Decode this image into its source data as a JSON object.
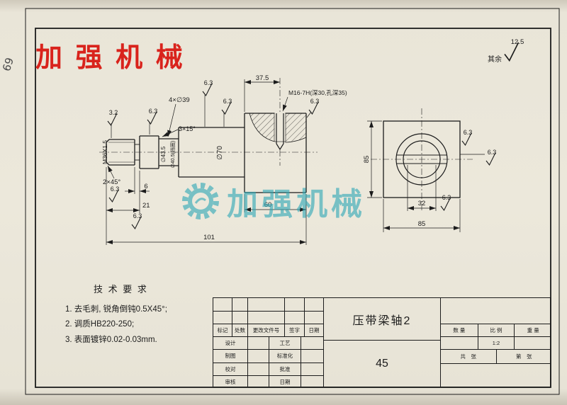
{
  "colors": {
    "logo_red": "#d9231c",
    "watermark_teal": "#2ba7b6",
    "paper": "#ece8db",
    "ink": "#1c1c1c"
  },
  "logo": {
    "text": "加 强 机 械"
  },
  "watermark": {
    "text": "加强机械"
  },
  "margin": {
    "sheet_note": "69"
  },
  "surface": {
    "others_label": "其余",
    "ra_125": "12.5",
    "ra_63": "6.3",
    "ra_32": "3.2"
  },
  "dims": {
    "block_hole_offset": "37.5",
    "tapped_hole": "M16-7H(深30,孔深35)",
    "journals": "4×∅39",
    "chamfer_collar": "3×15°",
    "thread": "M36X1.5",
    "collar_dia": "∅43.5",
    "groove_dia": "∅40.5(挡圈)",
    "body_dia": "∅70",
    "thread_chamfer": "2×45°",
    "groove_width": "6",
    "thread_length": "21",
    "total_length": "101",
    "block_length": "60",
    "square_height": "85",
    "slot_width": "32",
    "square_width": "85"
  },
  "tech": {
    "title": "技 术 要 求",
    "items": [
      "1. 去毛刺, 锐角倒钝0.5X45°;",
      "2. 调质HB220-250;",
      "3. 表面镀锌0.02-0.03mm."
    ]
  },
  "title_block": {
    "rev_header": [
      "标记",
      "处数",
      "更改文件号",
      "签字",
      "日期"
    ],
    "rows": [
      [
        "设计",
        "工艺"
      ],
      [
        "制图",
        "标准化"
      ],
      [
        "校对",
        "批准"
      ],
      [
        "审核",
        "日期"
      ]
    ],
    "part_name": "压带梁轴2",
    "material": "45",
    "qty_label": "数 量",
    "scale_label": "比 例",
    "weight_label": "重 量",
    "scale_value": "1:2",
    "sheets_total": "共　张",
    "sheet_no": "第　张"
  }
}
